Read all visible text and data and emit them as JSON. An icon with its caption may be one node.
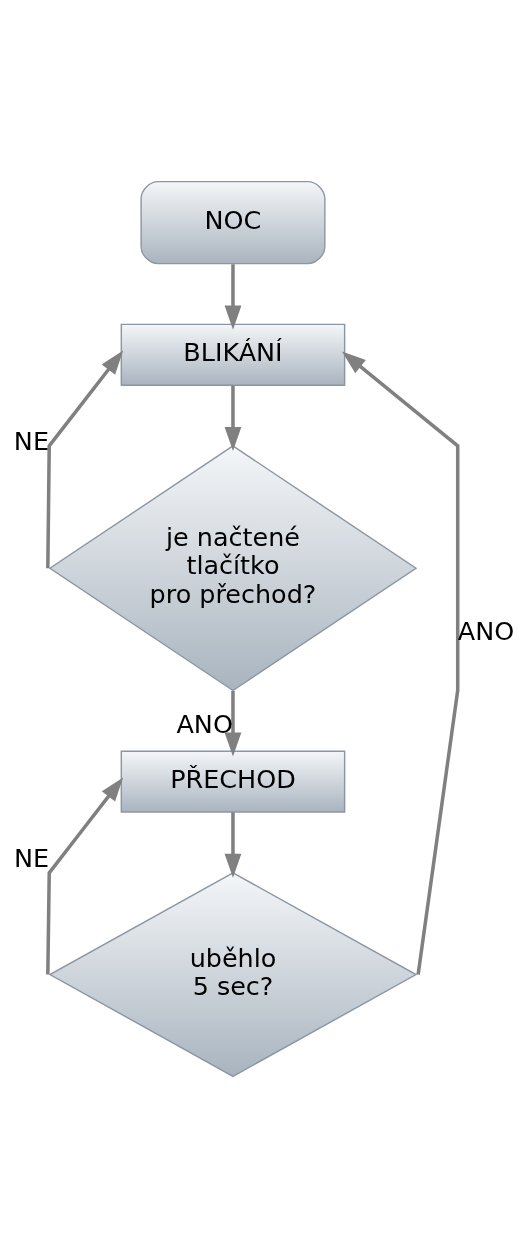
{
  "diagram": {
    "nodes": [
      {
        "text": [
          "NOC"
        ]
      },
      {
        "text": [
          "BLIKÁNÍ"
        ]
      },
      {
        "text": [
          "je načtené tlačítko pro přechod?"
        ]
      },
      {
        "text": [
          "PŘECHOD"
        ]
      },
      {
        "text": [
          "uběhlo 5 sec?"
        ]
      }
    ],
    "edges": [
      {
        "from": 0,
        "to": 1,
        "arrow": "to"
      },
      {
        "from": 1,
        "to": 2,
        "arrow": "to"
      },
      {
        "from": 2,
        "to": 1,
        "arrow": "to",
        "label": "NE"
      },
      {
        "from": 2,
        "to": 3,
        "arrow": "to",
        "label": "ANO"
      },
      {
        "from": 3,
        "to": 4,
        "arrow": "to"
      },
      {
        "from": 4,
        "to": 3,
        "arrow": "to",
        "label": "NE"
      },
      {
        "from": 4,
        "to": 1,
        "arrow": "to",
        "label": "ANO"
      }
    ]
  }
}
